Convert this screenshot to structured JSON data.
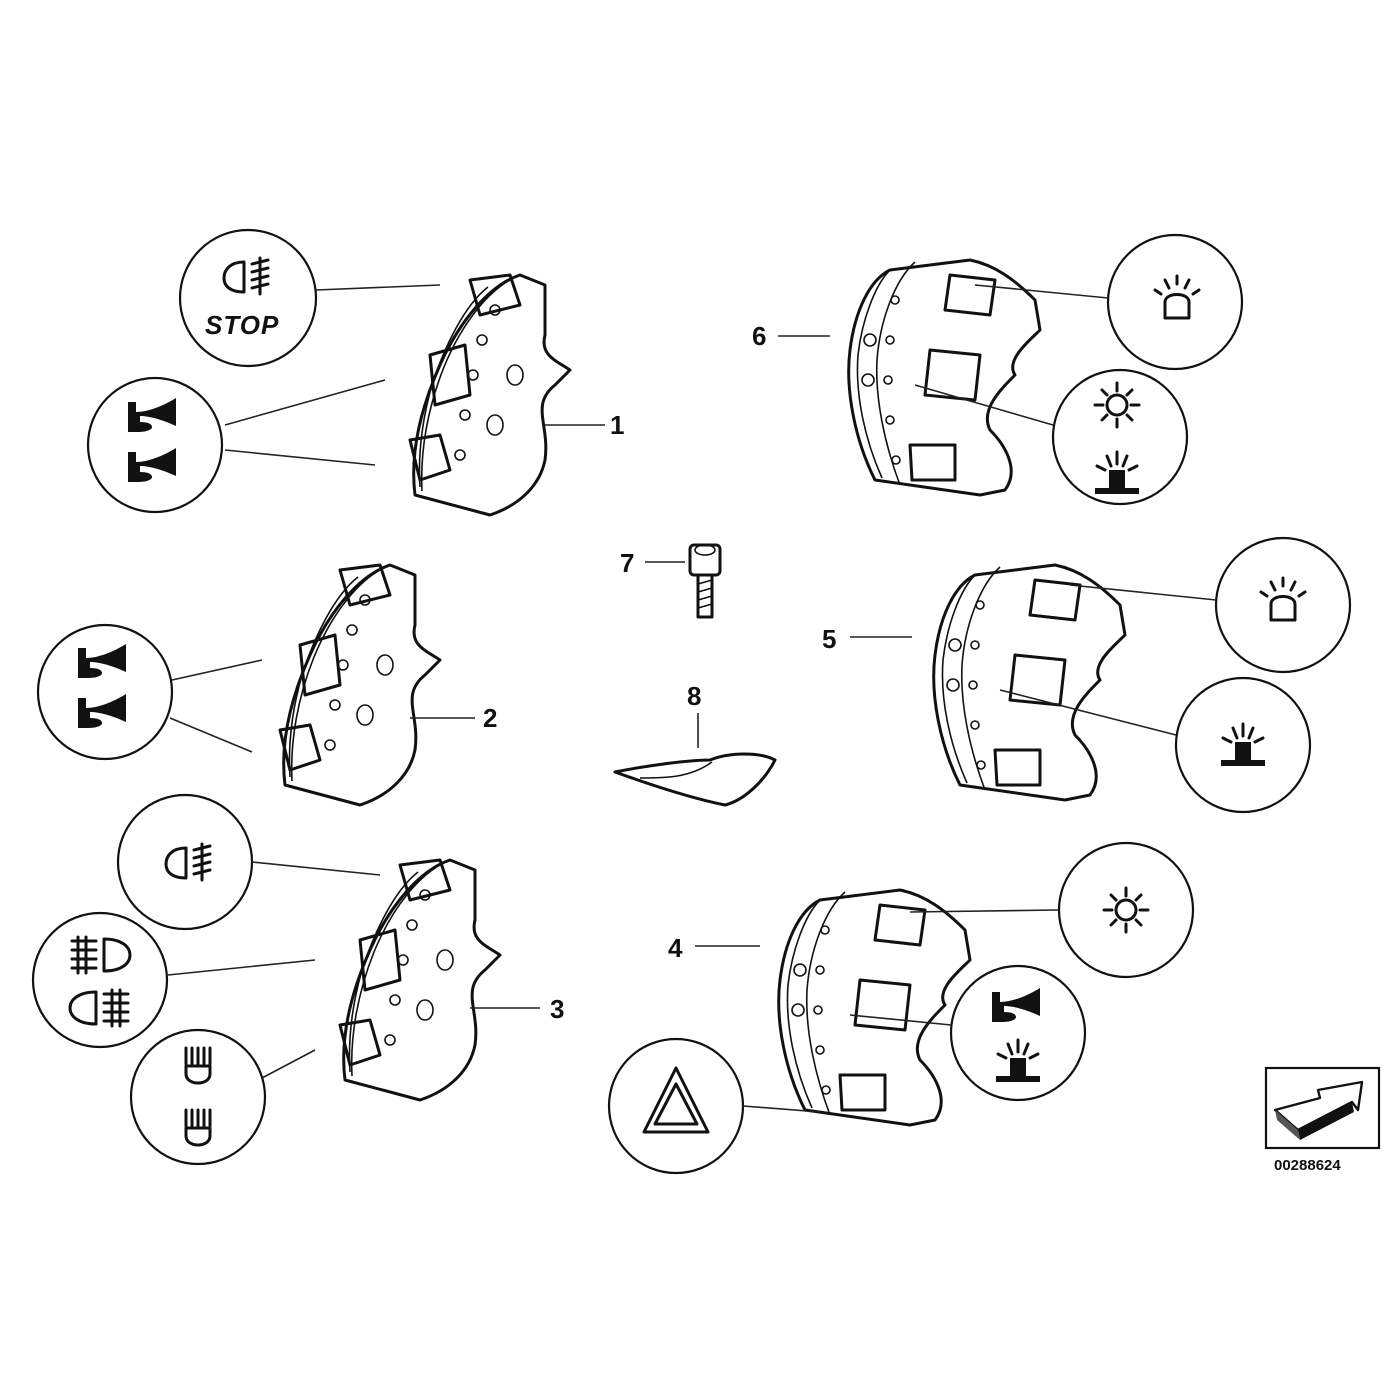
{
  "diagram": {
    "callouts": {
      "c1": "1",
      "c2": "2",
      "c3": "3",
      "c4": "4",
      "c5": "5",
      "c6": "6",
      "c7": "7",
      "c8": "8"
    },
    "bubble_texts": {
      "stop": "STOP"
    },
    "doc_id": "00288624",
    "icons": [
      "fog-light-icon",
      "horn-icon",
      "high-beam-icon",
      "low-beam-icon",
      "beacon-light-icon",
      "work-light-icon",
      "hazard-warning-icon",
      "navigation-arrow-icon"
    ]
  }
}
